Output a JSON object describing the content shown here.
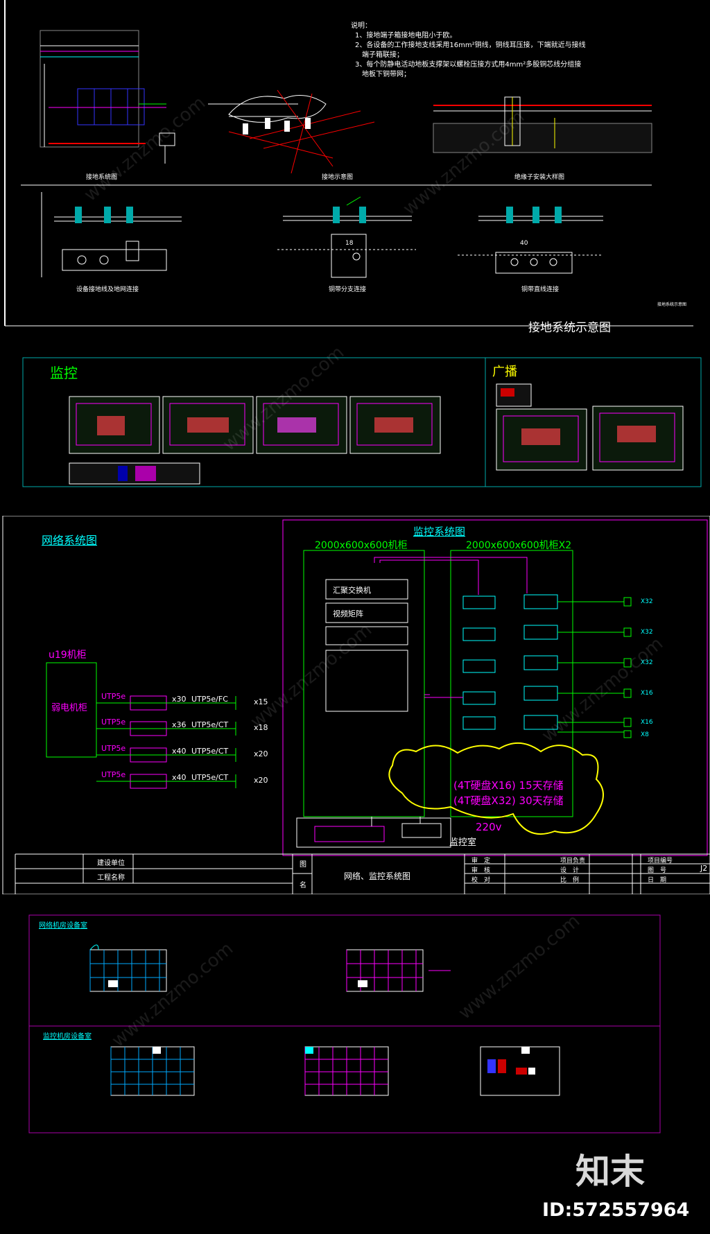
{
  "grounding": {
    "notes": {
      "title": "说明：",
      "line1": "1、接地端子箱接地电阻小于欧。",
      "line2": "2、各设备的工作接地支线采用16mm²铜线，铜线耳压接，下端就近与接线",
      "line2b": "端子箱联接；",
      "line3": "3、每个防静电活动地板支撑架以螺栓压接方式用4mm²多股铜芯线分组接",
      "line3b": "地板下铜带网；"
    },
    "captions": {
      "system": "接地系统图",
      "schematic": "接地示意图",
      "terminal": "绝缘子安装大样图",
      "equipment": "设备接地线及地网连接",
      "branch": "铜带分支连接",
      "straight": "铜带直线连接"
    },
    "dim_18": "18",
    "dim_40": "40",
    "footer_small": "接地系统示意图",
    "main_title": "接地系统示意图"
  },
  "monitor_section": {
    "monitor_label": "监控",
    "broadcast_label": "广播"
  },
  "network_sheet": {
    "network_title": "网络系统图",
    "cabinet_title": "u19机柜",
    "cabinet_body": "弱电机柜",
    "rows": [
      {
        "cable": "UTP5e",
        "count": "x30",
        "spec": "UTP5e/FC",
        "mult": "x15"
      },
      {
        "cable": "UTP5e",
        "count": "x36",
        "spec": "UTP5e/CT",
        "mult": "x18"
      },
      {
        "cable": "UTP5e",
        "count": "x40",
        "spec": "UTP5e/CT",
        "mult": "x20"
      },
      {
        "cable": "UTP5e",
        "count": "x40",
        "spec": "UTP5e/CT",
        "mult": "x20"
      }
    ],
    "monitor_title": "监控系统图",
    "cab1_label": "2000x600x600机柜",
    "cab2_label": "2000x600x600机柜X2",
    "devices": [
      "汇聚交换机",
      "视频矩阵"
    ],
    "outputs": [
      "X32",
      "X32",
      "X32",
      "X16",
      "X16",
      "X8"
    ],
    "storage1": "(4T硬盘X16) 15天存储",
    "storage2": "(4T硬盘X32) 30天存储",
    "voltage": "220v",
    "room": "监控室",
    "title_block": {
      "build_unit": "建设单位",
      "project_name": "工程名称",
      "drawing_label": "图",
      "name_label": "名",
      "drawing_name": "网络、监控系统图",
      "approve": "审　定",
      "review": "审　核",
      "check": "校　对",
      "leader": "项目负责",
      "design": "设　计",
      "scale": "比　例",
      "proj_no": "项目编号",
      "sheet_no": "图　号",
      "date": "日　期",
      "sheet_code": "J2"
    }
  },
  "rooms_section": {
    "net_room": "网络机房设备室",
    "mon_room": "监控机房设备室"
  },
  "brand": {
    "logo": "知末",
    "id": "ID:572557964"
  }
}
